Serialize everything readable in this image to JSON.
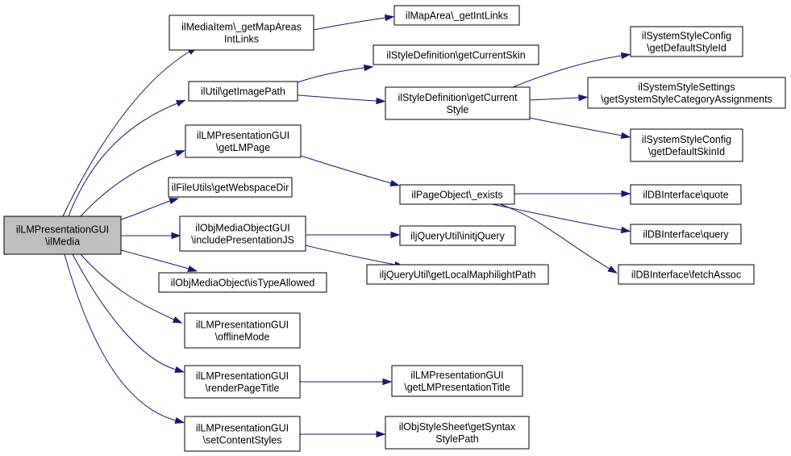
{
  "nodes": [
    {
      "id": "root",
      "lines": [
        "ilLMPresentationGUI",
        "\\ilMedia"
      ],
      "root": true
    },
    {
      "id": "n1",
      "lines": [
        "ilMediaItem\\_getMapAreas",
        "IntLinks"
      ]
    },
    {
      "id": "n2",
      "lines": [
        "ilMapArea\\_getIntLinks"
      ]
    },
    {
      "id": "n3",
      "lines": [
        "ilStyleDefinition\\getCurrentSkin"
      ]
    },
    {
      "id": "n4",
      "lines": [
        "ilUtil\\getImagePath"
      ]
    },
    {
      "id": "n5",
      "lines": [
        "ilStyleDefinition\\getCurrent",
        "Style"
      ]
    },
    {
      "id": "n6",
      "lines": [
        "ilSystemStyleConfig",
        "\\getDefaultStyleId"
      ]
    },
    {
      "id": "n7",
      "lines": [
        "ilSystemStyleSettings",
        "\\getSystemStyleCategoryAssignments"
      ]
    },
    {
      "id": "n8",
      "lines": [
        "ilSystemStyleConfig",
        "\\getDefaultSkinId"
      ]
    },
    {
      "id": "n9",
      "lines": [
        "ilLMPresentationGUI",
        "\\getLMPage"
      ]
    },
    {
      "id": "n10",
      "lines": [
        "ilPageObject\\_exists"
      ]
    },
    {
      "id": "n11",
      "lines": [
        "ilFileUtils\\getWebspaceDir"
      ]
    },
    {
      "id": "n12",
      "lines": [
        "ilDBInterface\\quote"
      ]
    },
    {
      "id": "n13",
      "lines": [
        "ilObjMediaObjectGUI",
        "\\includePresentationJS"
      ]
    },
    {
      "id": "n14",
      "lines": [
        "ilDBInterface\\query"
      ]
    },
    {
      "id": "n15",
      "lines": [
        "iljQueryUtil\\initjQuery"
      ]
    },
    {
      "id": "n16",
      "lines": [
        "ilObjMediaObject\\isTypeAllowed"
      ]
    },
    {
      "id": "n17",
      "lines": [
        "iljQueryUtil\\getLocalMaphilightPath"
      ]
    },
    {
      "id": "n18",
      "lines": [
        "ilDBInterface\\fetchAssoc"
      ]
    },
    {
      "id": "n19",
      "lines": [
        "ilLMPresentationGUI",
        "\\offlineMode"
      ]
    },
    {
      "id": "n20",
      "lines": [
        "ilLMPresentationGUI",
        "\\renderPageTitle"
      ]
    },
    {
      "id": "n21",
      "lines": [
        "ilLMPresentationGUI",
        "\\getLMPresentationTitle"
      ]
    },
    {
      "id": "n22",
      "lines": [
        "ilLMPresentationGUI",
        "\\setContentStyles"
      ]
    },
    {
      "id": "n23",
      "lines": [
        "ilObjStyleSheet\\getSyntax",
        "StylePath"
      ]
    }
  ],
  "edges": [
    {
      "from": "root",
      "to": "n1"
    },
    {
      "from": "root",
      "to": "n4"
    },
    {
      "from": "root",
      "to": "n9"
    },
    {
      "from": "root",
      "to": "n11"
    },
    {
      "from": "root",
      "to": "n13"
    },
    {
      "from": "root",
      "to": "n16"
    },
    {
      "from": "root",
      "to": "n19"
    },
    {
      "from": "root",
      "to": "n20"
    },
    {
      "from": "root",
      "to": "n22"
    },
    {
      "from": "n1",
      "to": "n2"
    },
    {
      "from": "n4",
      "to": "n3"
    },
    {
      "from": "n4",
      "to": "n5"
    },
    {
      "from": "n5",
      "to": "n6"
    },
    {
      "from": "n5",
      "to": "n7"
    },
    {
      "from": "n5",
      "to": "n8"
    },
    {
      "from": "n9",
      "to": "n10"
    },
    {
      "from": "n10",
      "to": "n12"
    },
    {
      "from": "n10",
      "to": "n14"
    },
    {
      "from": "n10",
      "to": "n18"
    },
    {
      "from": "n13",
      "to": "n15"
    },
    {
      "from": "n13",
      "to": "n17"
    },
    {
      "from": "n20",
      "to": "n21"
    },
    {
      "from": "n22",
      "to": "n23"
    }
  ],
  "colors": {
    "edge": "#191970",
    "root_fill": "#bfbfbf",
    "node_fill": "#ffffff",
    "border": "#000000"
  }
}
